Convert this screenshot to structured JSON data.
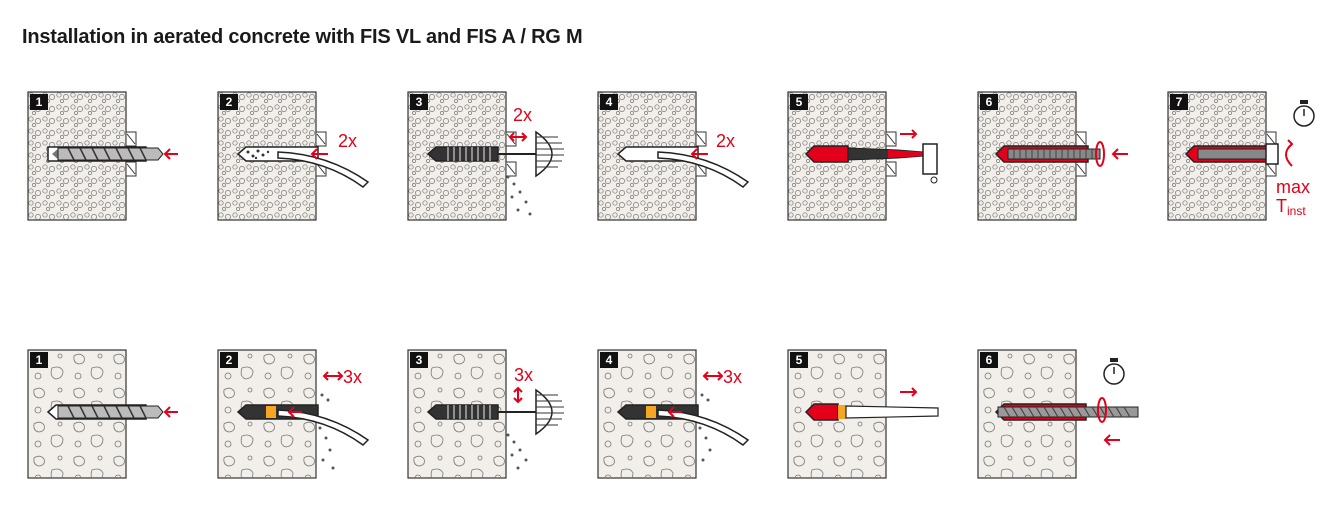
{
  "title": "Installation in aerated concrete with FIS VL and FIS A / RG M",
  "rows": [
    {
      "name": "top",
      "steps": [
        {
          "n": "1",
          "kind": "drill"
        },
        {
          "n": "2",
          "kind": "blow",
          "label": "2x"
        },
        {
          "n": "3",
          "kind": "brush",
          "label": "2x"
        },
        {
          "n": "4",
          "kind": "blow",
          "label": "2x"
        },
        {
          "n": "5",
          "kind": "inject"
        },
        {
          "n": "6",
          "kind": "rod"
        },
        {
          "n": "7",
          "kind": "torque",
          "label_max": "max",
          "label_t": "T",
          "label_t_sub": "inst"
        }
      ]
    },
    {
      "name": "bottom",
      "steps": [
        {
          "n": "1",
          "kind": "drill"
        },
        {
          "n": "2",
          "kind": "blow",
          "label": "3x"
        },
        {
          "n": "3",
          "kind": "brush",
          "label": "3x"
        },
        {
          "n": "4",
          "kind": "blow",
          "label": "3x"
        },
        {
          "n": "5",
          "kind": "inject"
        },
        {
          "n": "6",
          "kind": "rod"
        }
      ]
    }
  ],
  "colors": {
    "accent": "#e2001a",
    "ink": "#222222",
    "wall": "#f2eeea"
  }
}
